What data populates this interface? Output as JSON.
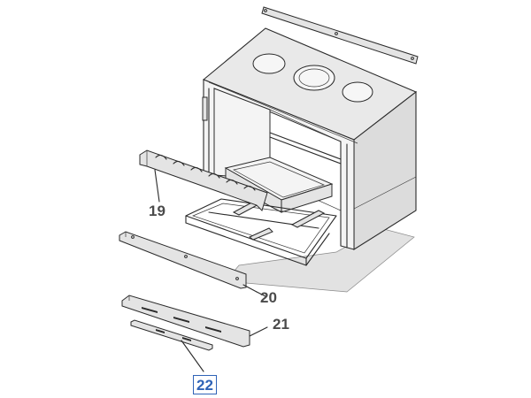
{
  "callouts": {
    "c19": "19",
    "c20": "20",
    "c21": "21",
    "c22": "22"
  },
  "colors": {
    "line": "#2a2a2a",
    "label": "#4a4a4a",
    "highlight": "#2f63b7"
  }
}
